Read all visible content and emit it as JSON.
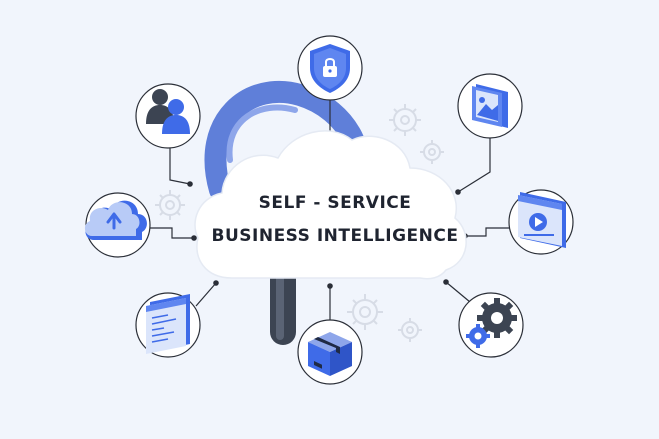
{
  "title": {
    "line1": "SELF - SERVICE",
    "line2": "BUSINESS INTELLIGENCE"
  },
  "colors": {
    "background": "#f1f5fc",
    "primary_blue": "#3f6be8",
    "light_blue": "#b8cbf7",
    "dark_navy": "#1f2a44",
    "magnifier": "#5f7fd9",
    "handle": "#3c4452",
    "connector": "#2b2f38",
    "gear_outline": "#d7dce6"
  },
  "nodes": [
    {
      "id": "security",
      "icon": "shield-lock-icon"
    },
    {
      "id": "image",
      "icon": "image-frame-icon"
    },
    {
      "id": "video",
      "icon": "video-player-icon"
    },
    {
      "id": "settings",
      "icon": "gears-icon"
    },
    {
      "id": "package",
      "icon": "package-box-icon"
    },
    {
      "id": "code",
      "icon": "code-window-icon"
    },
    {
      "id": "cloud-upload",
      "icon": "cloud-upload-icon"
    },
    {
      "id": "users",
      "icon": "users-icon"
    }
  ]
}
